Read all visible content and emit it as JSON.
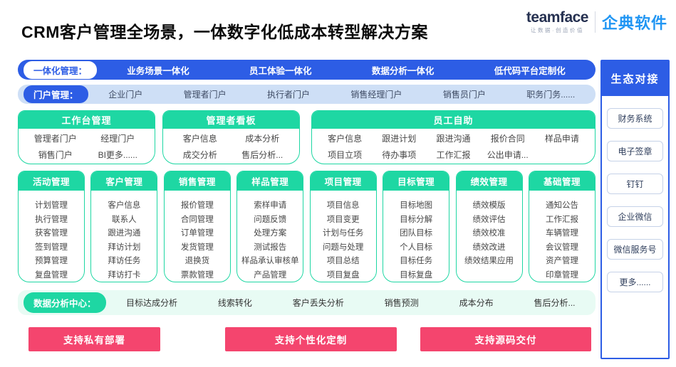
{
  "header": {
    "title": "CRM客户管理全场景，一体数字化低成本转型解决方案",
    "logo": {
      "brand": "teamface",
      "slogan": "让数据·创造价值",
      "product": "企典软件"
    }
  },
  "colors": {
    "primary_blue": "#2D5DE5",
    "light_blue": "#CEDFF6",
    "green": "#1ED7A3",
    "light_green": "#E8FBF4",
    "pink": "#F4456E",
    "logo_blue": "#2196F3"
  },
  "integration_bar": {
    "label": "一体化管理：",
    "items": [
      "业务场景一体化",
      "员工体验一体化",
      "数据分析一体化",
      "低代码平台定制化"
    ]
  },
  "portal_bar": {
    "label": "门户管理：",
    "items": [
      "企业门户",
      "管理者门户",
      "执行者门户",
      "销售经理门户",
      "销售员门户",
      "职务门务......"
    ]
  },
  "dashboard_cards": [
    {
      "title": "工作台管理",
      "items": [
        "管理者门户",
        "经理门户",
        "销售门户",
        "BI更多......"
      ]
    },
    {
      "title": "管理者看板",
      "items": [
        "客户信息",
        "成本分析",
        "成交分析",
        "售后分析..."
      ]
    },
    {
      "title": "员工自助",
      "items": [
        "客户信息",
        "跟进计划",
        "跟进沟通",
        "报价合同",
        "样品申请",
        "项目立项",
        "待办事项",
        "工作汇报",
        "公出申请..."
      ]
    }
  ],
  "module_cards": [
    {
      "title": "活动管理",
      "items": [
        "计划管理",
        "执行管理",
        "获客管理",
        "签到管理",
        "预算管理",
        "复盘管理"
      ]
    },
    {
      "title": "客户管理",
      "items": [
        "客户信息",
        "联系人",
        "跟进沟通",
        "拜访计划",
        "拜访任务",
        "拜访打卡"
      ]
    },
    {
      "title": "销售管理",
      "items": [
        "报价管理",
        "合同管理",
        "订单管理",
        "发货管理",
        "退换货",
        "票款管理"
      ]
    },
    {
      "title": "样品管理",
      "items": [
        "索样申请",
        "问题反馈",
        "处理方案",
        "测试报告",
        "样品承认审核单",
        "产品管理"
      ]
    },
    {
      "title": "项目管理",
      "items": [
        "项目信息",
        "项目变更",
        "计划与任务",
        "问题与处理",
        "项目总结",
        "项目复盘"
      ]
    },
    {
      "title": "目标管理",
      "items": [
        "目标地图",
        "目标分解",
        "团队目标",
        "个人目标",
        "目标任务",
        "目标复盘"
      ]
    },
    {
      "title": "绩效管理",
      "items": [
        "绩效模版",
        "绩效评估",
        "绩效校准",
        "绩效改进",
        "绩效结果应用"
      ]
    },
    {
      "title": "基础管理",
      "items": [
        "通知公告",
        "工作汇报",
        "车辆管理",
        "会议管理",
        "资产管理",
        "印章管理"
      ]
    }
  ],
  "analysis_bar": {
    "label": "数据分析中心：",
    "items": [
      "目标达成分析",
      "线索转化",
      "客户丢失分析",
      "销售预测",
      "成本分布",
      "售后分析..."
    ]
  },
  "support_buttons": [
    "支持私有部署",
    "支持个性化定制",
    "支持源码交付"
  ],
  "ecosystem": {
    "title": "生态对接",
    "items": [
      "财务系统",
      "电子签章",
      "钉钉",
      "企业微信",
      "微信服务号",
      "更多......"
    ]
  }
}
